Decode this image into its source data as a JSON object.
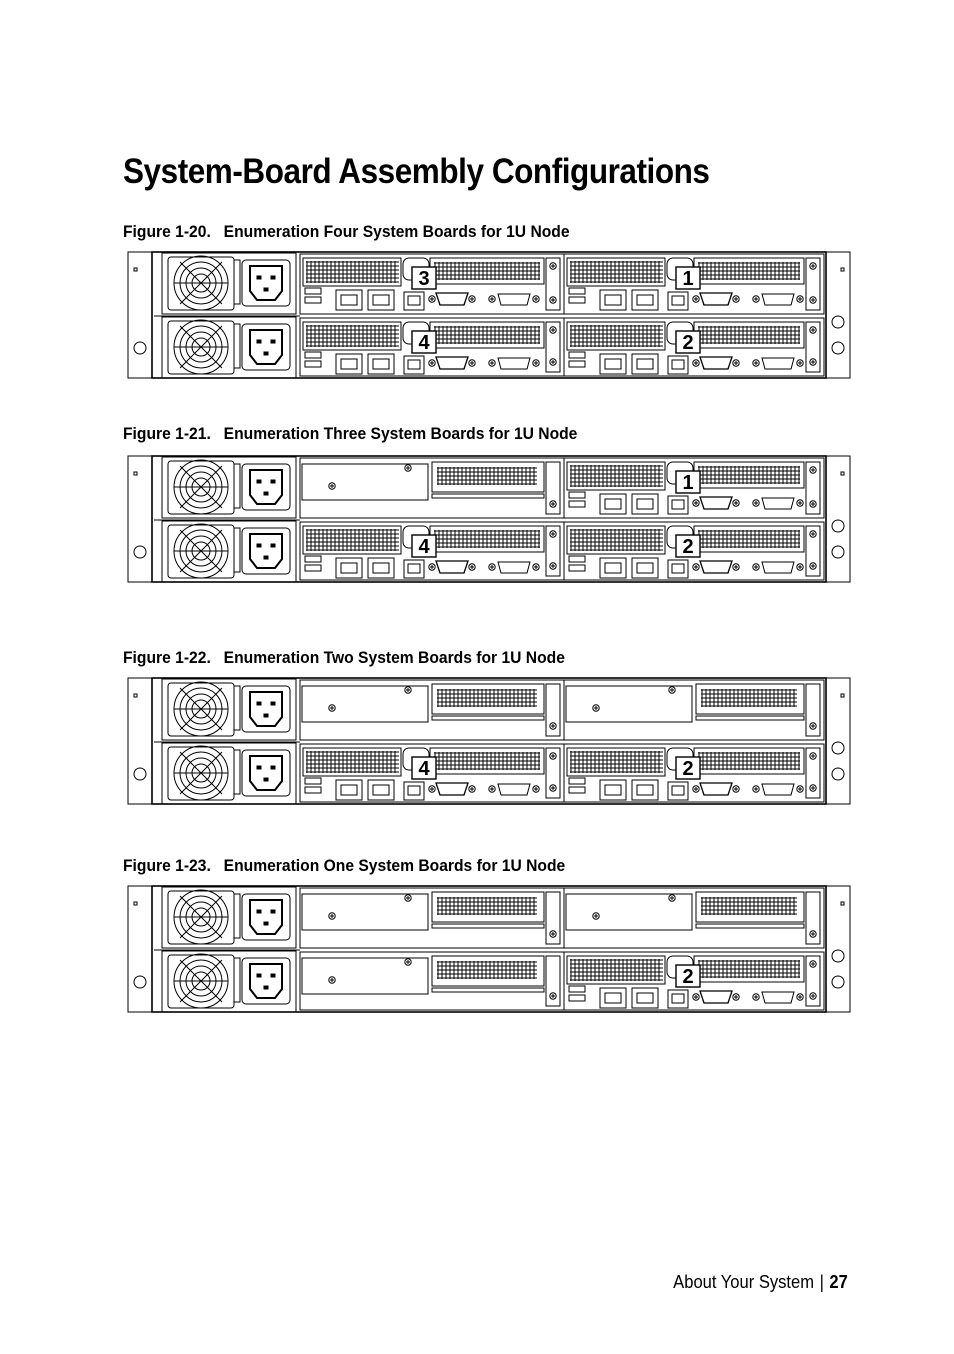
{
  "page": {
    "title": "System-Board Assembly Configurations",
    "footer": {
      "section": "About Your System",
      "separator": "|",
      "page_number": "27"
    }
  },
  "figures": [
    {
      "number": "Figure 1-20.",
      "caption": "Enumeration Four System Boards for 1U Node",
      "slots": {
        "top_left": "3",
        "top_right": "1",
        "bottom_left": "4",
        "bottom_right": "2"
      }
    },
    {
      "number": "Figure 1-21.",
      "caption": "Enumeration Three System Boards for 1U Node",
      "slots": {
        "top_left": "",
        "top_right": "1",
        "bottom_left": "4",
        "bottom_right": "2"
      }
    },
    {
      "number": "Figure 1-22.",
      "caption": "Enumeration Two System Boards for 1U Node",
      "slots": {
        "top_left": "",
        "top_right": "",
        "bottom_left": "4",
        "bottom_right": "2"
      }
    },
    {
      "number": "Figure 1-23.",
      "caption": "Enumeration One System Boards for 1U Node",
      "slots": {
        "top_left": "",
        "top_right": "",
        "bottom_left": "",
        "bottom_right": "2"
      }
    }
  ]
}
